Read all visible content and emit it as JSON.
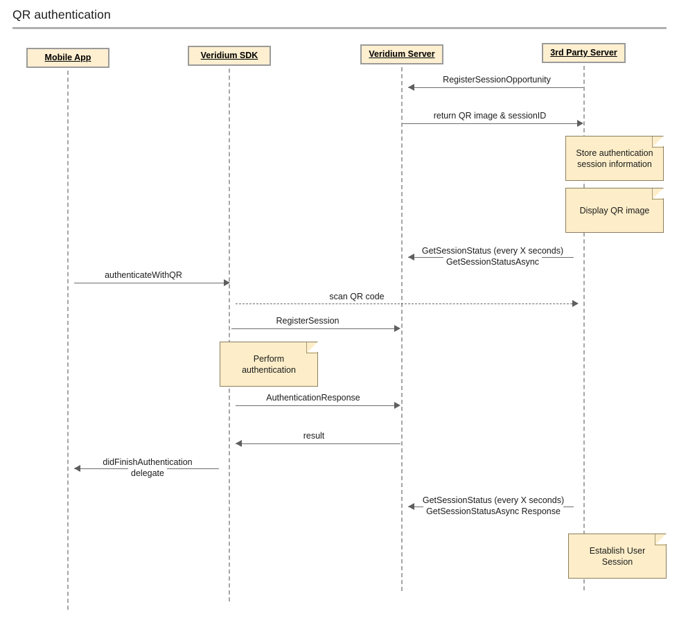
{
  "diagram": {
    "title": "QR authentication",
    "type": "uml-sequence-diagram",
    "colors": {
      "note_fill": "#fdeec9",
      "note_border": "#8a7d5d",
      "participant_fill": "#fdefd0",
      "participant_border": "#9a9a9a",
      "lifeline": "#a6a6a6",
      "message_line": "#6b6b6b",
      "background": "#ffffff"
    }
  },
  "participants": [
    {
      "id": "mobile_app",
      "label": "Mobile App"
    },
    {
      "id": "veridium_sdk",
      "label": "Veridium SDK"
    },
    {
      "id": "veridium_server",
      "label": "Veridium Server"
    },
    {
      "id": "third_party_server",
      "label": "3rd Party Server"
    }
  ],
  "messages": [
    {
      "id": "m1",
      "label": "RegisterSessionOpportunity",
      "from": "third_party_server",
      "to": "veridium_server",
      "direction": "left",
      "style": "solid"
    },
    {
      "id": "m2",
      "label": "return QR image & sessionID",
      "from": "veridium_server",
      "to": "third_party_server",
      "direction": "right",
      "style": "solid"
    },
    {
      "id": "m3",
      "label_line1": "GetSessionStatus (every X seconds)",
      "label_line2": "GetSessionStatusAsync",
      "from": "third_party_server",
      "to": "veridium_server",
      "direction": "left",
      "style": "solid"
    },
    {
      "id": "m4",
      "label": "authenticateWithQR",
      "from": "mobile_app",
      "to": "veridium_sdk",
      "direction": "right",
      "style": "solid"
    },
    {
      "id": "m5",
      "label": "scan QR code",
      "from": "veridium_sdk",
      "to": "third_party_server",
      "direction": "right",
      "style": "dashed"
    },
    {
      "id": "m6",
      "label": "RegisterSession",
      "from": "veridium_sdk",
      "to": "veridium_server",
      "direction": "right",
      "style": "solid"
    },
    {
      "id": "m7",
      "label": "AuthenticationResponse",
      "from": "veridium_sdk",
      "to": "veridium_server",
      "direction": "right",
      "style": "solid"
    },
    {
      "id": "m8",
      "label": "result",
      "from": "veridium_server",
      "to": "veridium_sdk",
      "direction": "left",
      "style": "solid"
    },
    {
      "id": "m9",
      "label_line1": "didFinishAuthentication",
      "label_line2": "delegate",
      "from": "veridium_sdk",
      "to": "mobile_app",
      "direction": "left",
      "style": "solid"
    },
    {
      "id": "m10",
      "label_line1": "GetSessionStatus (every X seconds)",
      "label_line2": "GetSessionStatusAsync Response",
      "from": "third_party_server",
      "to": "veridium_server",
      "direction": "left",
      "style": "solid"
    }
  ],
  "notes": [
    {
      "id": "n1",
      "line1": "Store authentication",
      "line2": "session information",
      "attached_to": "third_party_server"
    },
    {
      "id": "n2",
      "line1": "Display QR image",
      "line2": "",
      "attached_to": "third_party_server"
    },
    {
      "id": "n3",
      "line1": "Perform authentication",
      "line2": "",
      "attached_to": "veridium_sdk"
    },
    {
      "id": "n4",
      "line1": "Establish User Session",
      "line2": "",
      "attached_to": "third_party_server"
    }
  ]
}
